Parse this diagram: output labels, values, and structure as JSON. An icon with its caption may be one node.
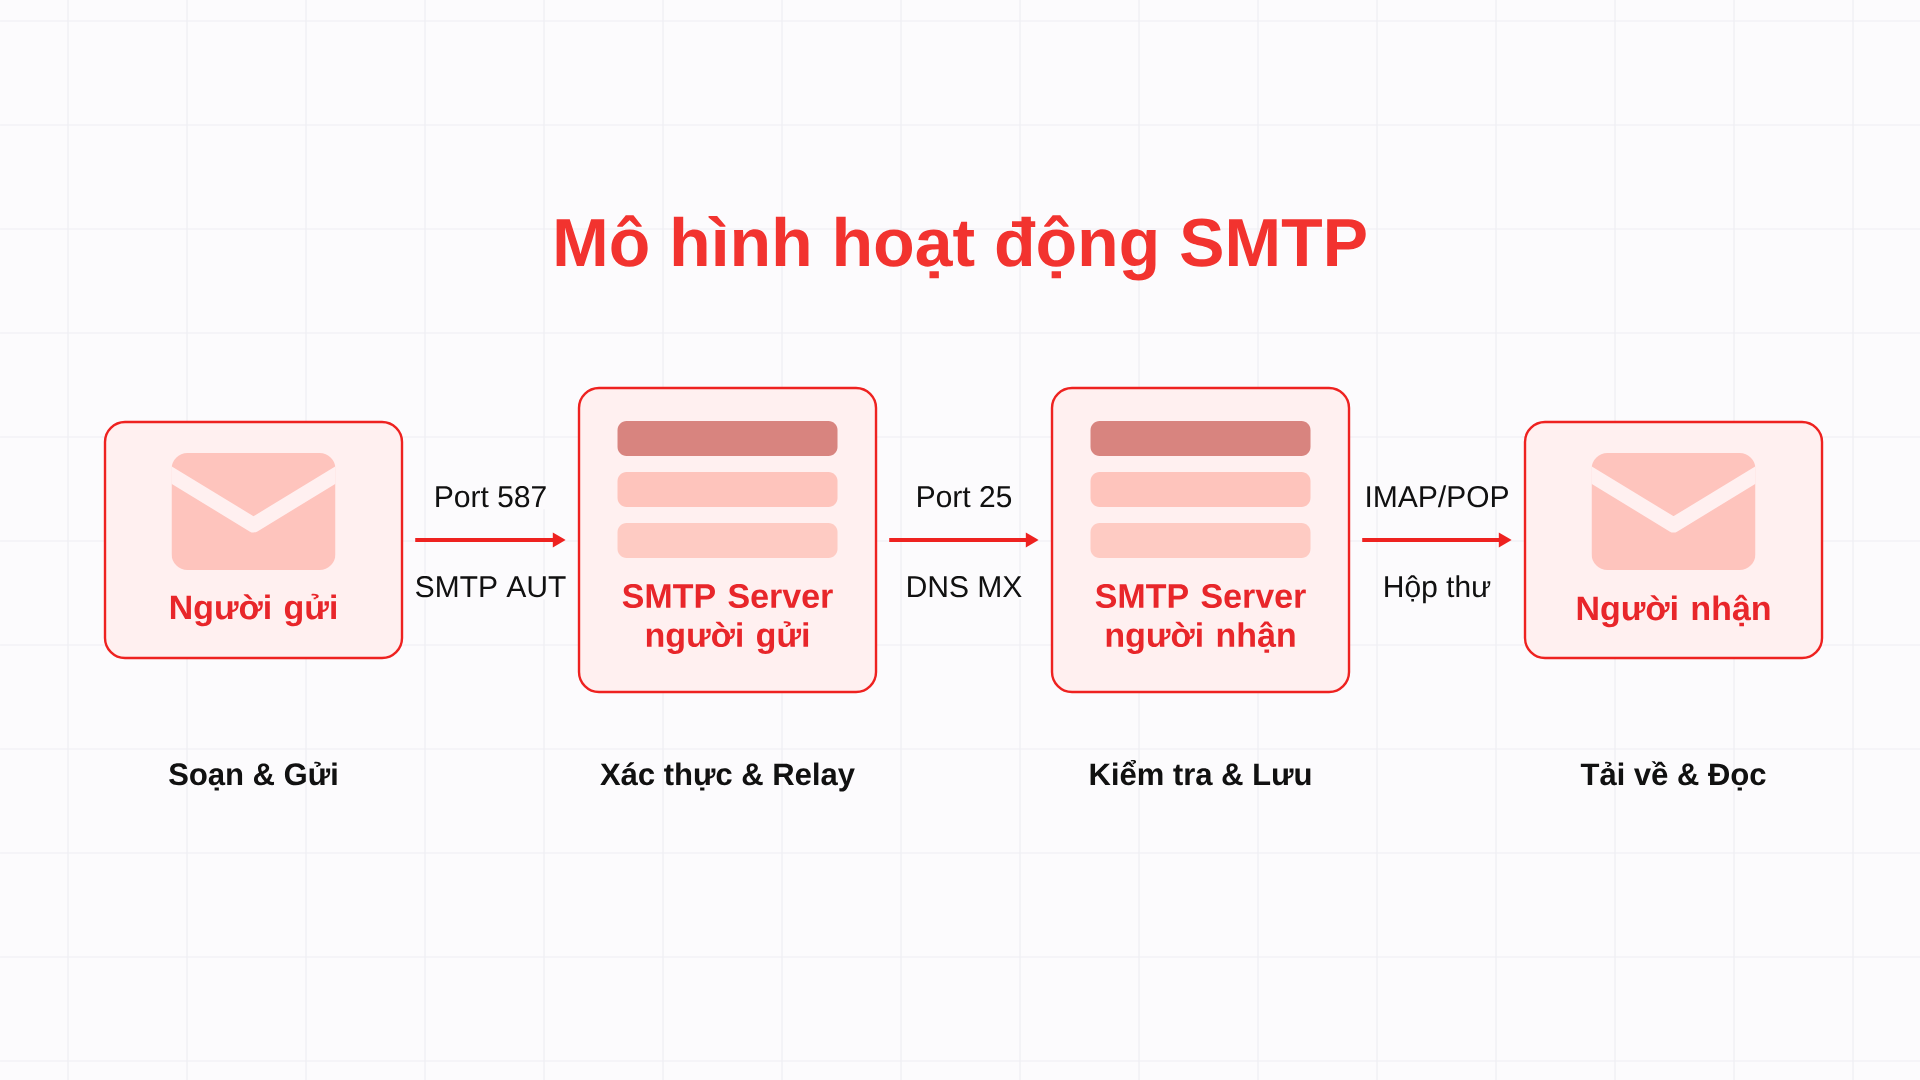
{
  "diagram": {
    "title": "Mô hình hoạt động SMTP",
    "nodes": [
      {
        "text": [
          "Người gửi"
        ],
        "beside": [
          "Soạn & Gửi"
        ]
      },
      {
        "text": [
          "SMTP Server người gửi"
        ],
        "beside": [
          "Xác thực & Relay"
        ]
      },
      {
        "text": [
          "SMTP Server người nhận"
        ],
        "beside": [
          "Kiểm tra & Lưu"
        ]
      },
      {
        "text": [
          "Người nhận"
        ],
        "beside": [
          "Tải về & Đọc"
        ]
      }
    ],
    "edges": [
      {
        "from": 0,
        "to": 1,
        "arrow": "to",
        "label": "Port 587"
      },
      {
        "from": 1,
        "to": 2,
        "arrow": "to",
        "label": "Port 25"
      },
      {
        "from": 2,
        "to": 3,
        "arrow": "to",
        "label": "IMAP/POP"
      }
    ],
    "labels": [
      "SMTP AUT",
      "DNS MX",
      "Hộp thư"
    ]
  }
}
